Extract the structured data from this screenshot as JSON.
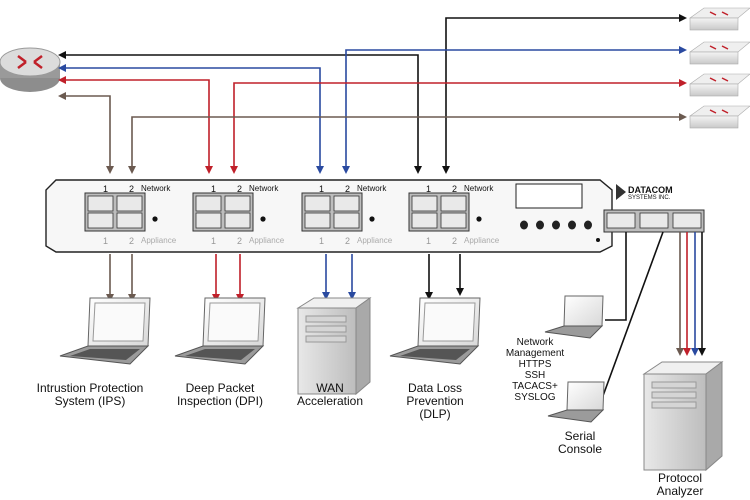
{
  "appliance": {
    "ports": [
      {
        "network_1": "1",
        "network_2": "2",
        "network_label": "Network",
        "appliance_1": "1",
        "appliance_2": "2",
        "appliance_label": "Appliance"
      },
      {
        "network_1": "1",
        "network_2": "2",
        "network_label": "Network",
        "appliance_1": "1",
        "appliance_2": "2",
        "appliance_label": "Appliance"
      },
      {
        "network_1": "1",
        "network_2": "2",
        "network_label": "Network",
        "appliance_1": "1",
        "appliance_2": "2",
        "appliance_label": "Appliance"
      },
      {
        "network_1": "1",
        "network_2": "2",
        "network_label": "Network",
        "appliance_1": "1",
        "appliance_2": "2",
        "appliance_label": "Appliance"
      }
    ],
    "brand": "DATACOM",
    "brand_sub": "SYSTEMS INC."
  },
  "devices": {
    "ips": "Intrustion Protection\nSystem (IPS)",
    "dpi": "Deep Packet\nInspection (DPI)",
    "wan": "WAN\nAcceleration",
    "dlp": "Data Loss\nPrevention\n(DLP)",
    "mgmt": "Network\nManagement\nHTTPS\nSSH\nTACACS+\nSYSLOG",
    "serial": "Serial\nConsole",
    "analyzer": "Protocol\nAnalyzer"
  },
  "colors": {
    "brown": "#6b5a50",
    "red": "#c0202a",
    "blue": "#2a4aa0",
    "black": "#111111"
  },
  "icons": [
    "router-icon",
    "switch-icon",
    "laptop-icon",
    "server-icon",
    "network-tap-appliance"
  ]
}
